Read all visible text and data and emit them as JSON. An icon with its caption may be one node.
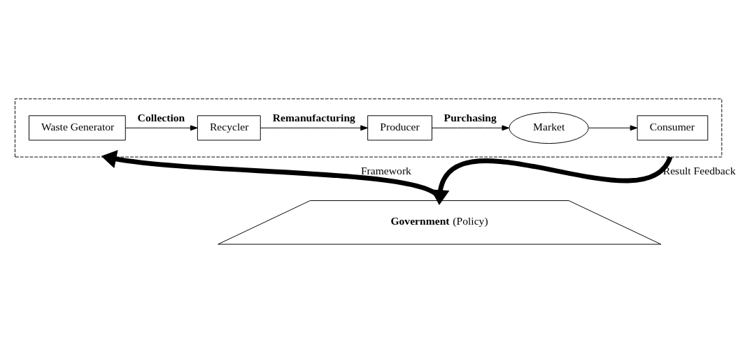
{
  "diagram": {
    "nodes": [
      {
        "text": [],
        "shape": "box"
      },
      {
        "text": [
          "Consumer"
        ],
        "in": 0
      },
      {
        "text": [
          "Market"
        ],
        "in": 0
      },
      {
        "text": [
          "Producer"
        ],
        "in": 0
      },
      {
        "text": [
          "Recycler"
        ],
        "in": 0
      },
      {
        "text": [
          "Waste Generator"
        ],
        "in": 0
      },
      {
        "text": [
          "**Government** (Policy)"
        ]
      }
    ],
    "edges": [
      {
        "from": 2,
        "to": 1,
        "arrow": "to"
      },
      {
        "from": 3,
        "to": 2,
        "arrow": "to",
        "label": "Purchasing"
      },
      {
        "from": 4,
        "to": 3,
        "arrow": "to",
        "label": "Remanufacturing"
      },
      {
        "from": 5,
        "to": 4,
        "arrow": "to",
        "label": "Collection"
      },
      {
        "from": 0,
        "to": 6,
        "arrow": "to",
        "label": "Result Feedback",
        "style": "thick"
      },
      {
        "from": 6,
        "to": 0,
        "arrow": "to",
        "label": "Framework",
        "style": "thick"
      }
    ]
  }
}
